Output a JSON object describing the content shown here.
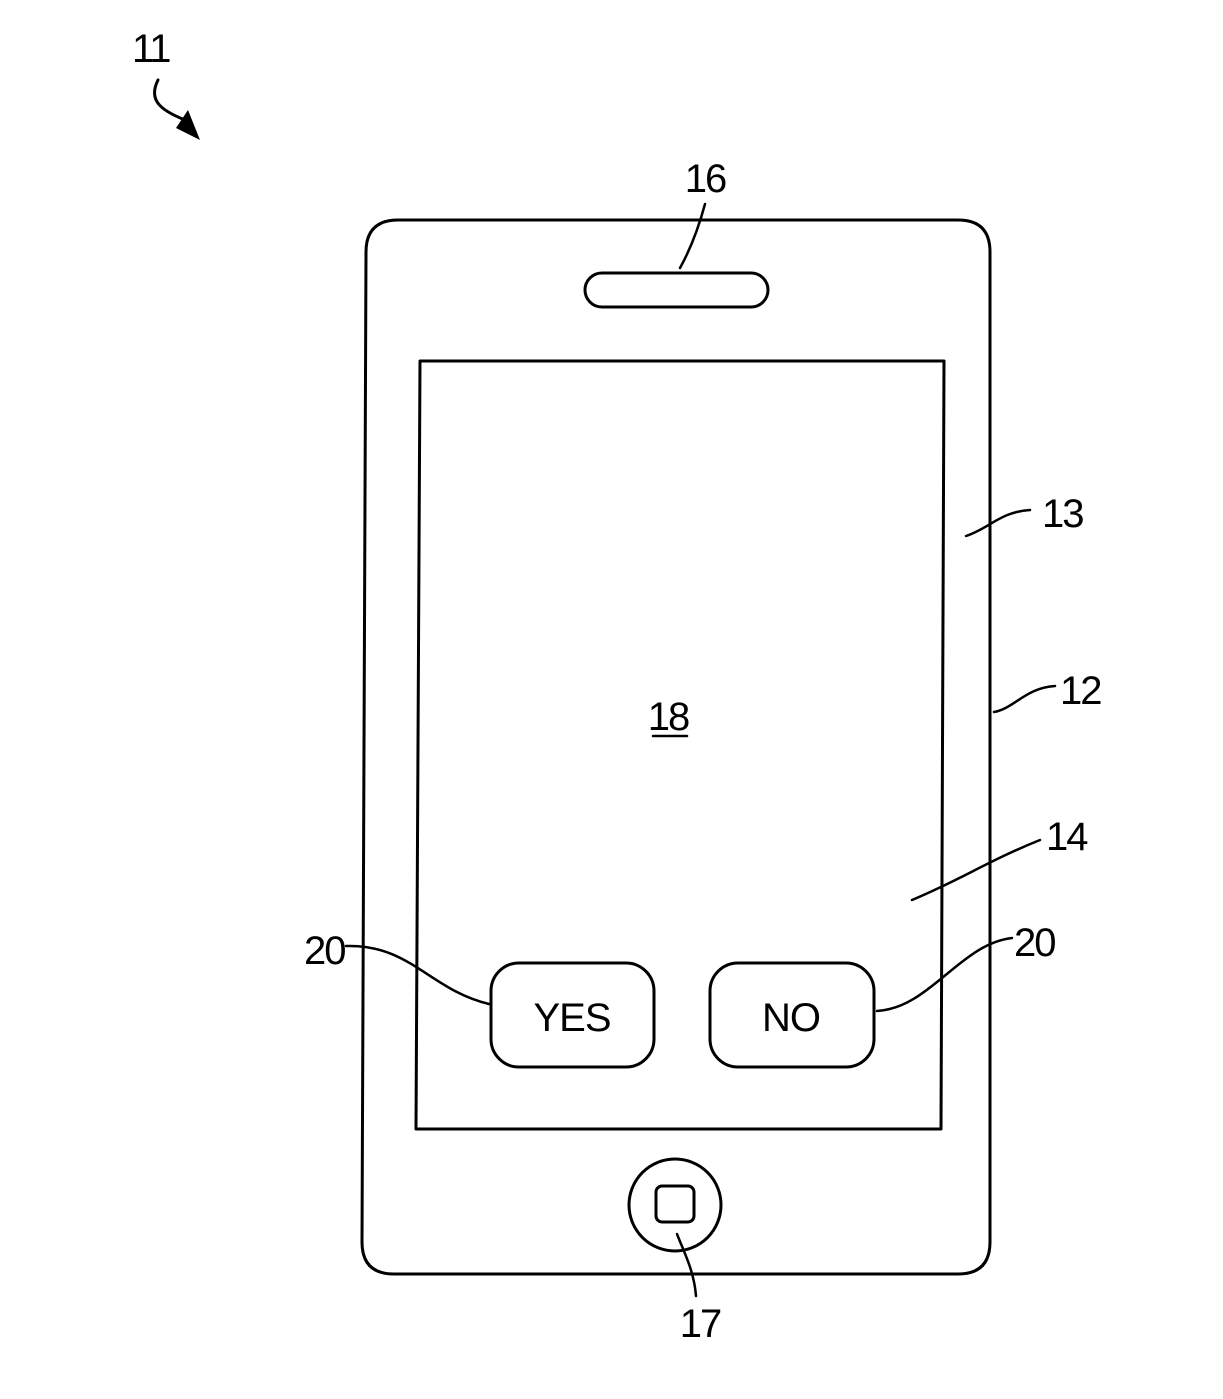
{
  "labels": {
    "device_assembly": "11",
    "device": "12",
    "housing": "13",
    "touchscreen": "14",
    "speaker": "16",
    "home_button": "17",
    "display_area": "18",
    "button_left_ref": "20",
    "button_right_ref": "20"
  },
  "buttons": {
    "yes_label": "YES",
    "no_label": "NO"
  },
  "colors": {
    "ink": "#000000",
    "paper": "#ffffff"
  }
}
